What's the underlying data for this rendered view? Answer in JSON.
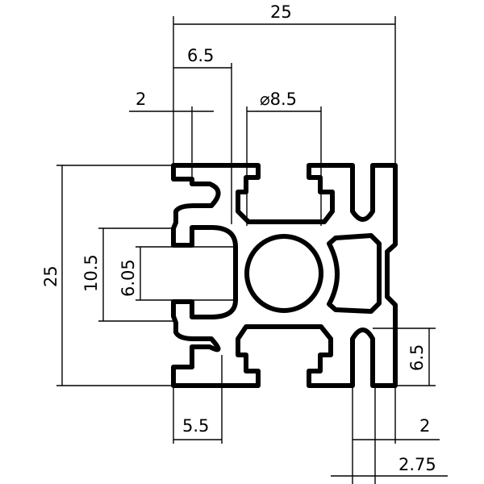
{
  "dimensions": {
    "overall_width": "25",
    "top_slot_offset": "6.5",
    "wall_thickness_top": "2",
    "bore_diameter": "⌀8.5",
    "overall_height": "25",
    "slot_opening": "10.5",
    "slot_inner": "6.05",
    "bottom_slot_offset": "5.5",
    "right_slot_depth": "6.5",
    "wall_thickness_bottom": "2",
    "slot_groove_width": "2.75"
  },
  "colors": {
    "line": "#000000",
    "background": "#ffffff"
  }
}
